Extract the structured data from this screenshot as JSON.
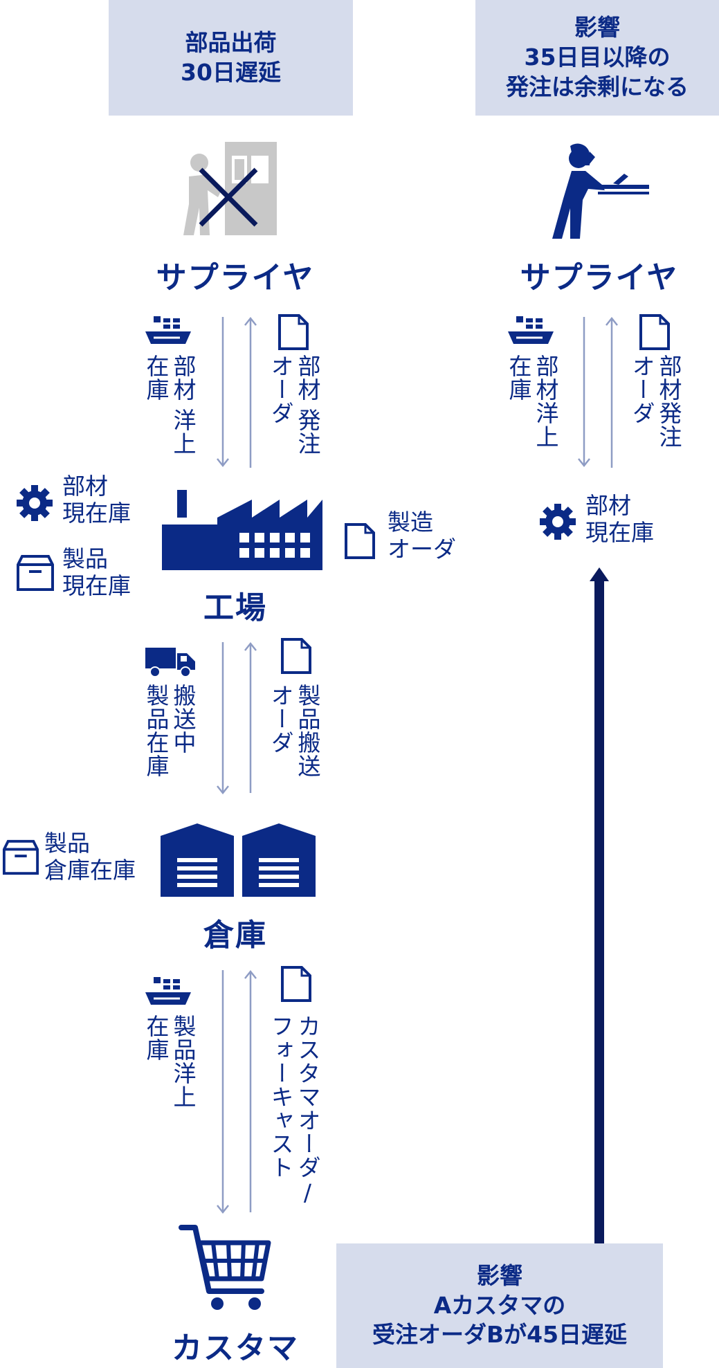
{
  "top_left_box": {
    "line1": "部品出荷",
    "line2": "30日遅延"
  },
  "top_right_box": {
    "line1": "影響",
    "line2": "35日目以降の",
    "line3": "発注は余剰になる"
  },
  "bottom_box": {
    "line1": "影響",
    "line2": "Aカスタマの",
    "line3": "受注オーダBが45日遅延"
  },
  "left": {
    "supplier": {
      "label": "サプライヤ",
      "icon": "supplier-worker-blocked-icon"
    },
    "flow1": {
      "down_col1": "部材",
      "down_col2": "洋上",
      "down_col3": "在庫",
      "up_col1": "部材",
      "up_col2": "発注",
      "up_col3": "オーダ"
    },
    "factory": {
      "label": "工場",
      "parts_stock": {
        "line1": "部材",
        "line2": "現在庫"
      },
      "product_stock": {
        "line1": "製品",
        "line2": "現在庫"
      },
      "mfg_order": {
        "line1": "製造",
        "line2": "オーダ"
      }
    },
    "flow2": {
      "down_col1": "搬送中",
      "down_col2": "製品在庫",
      "up_col1": "製品搬送",
      "up_col2": "オーダ"
    },
    "warehouse": {
      "label": "倉庫",
      "stock": {
        "line1": "製品",
        "line2": "倉庫在庫"
      }
    },
    "flow3": {
      "down_col1": "製品洋上",
      "down_col2": "在庫",
      "up_col1": "カスタマオーダ/",
      "up_col2": "フォーキャスト"
    },
    "customer": {
      "label": "カスタマ"
    }
  },
  "right": {
    "supplier": {
      "label": "サプライヤ",
      "icon": "supplier-worker-icon"
    },
    "flow1": {
      "down_col1": "部材洋上",
      "down_col2": "在庫",
      "up_col1": "部材発注",
      "up_col2": "オーダ"
    },
    "parts_stock": {
      "line1": "部材",
      "line2": "現在庫"
    }
  },
  "colors": {
    "navy": "#0b2a86",
    "dark_navy": "#0a1a5c",
    "box_bg": "#d6dcec",
    "arrow": "#8e9cc4",
    "gray": "#c8c8c8"
  }
}
